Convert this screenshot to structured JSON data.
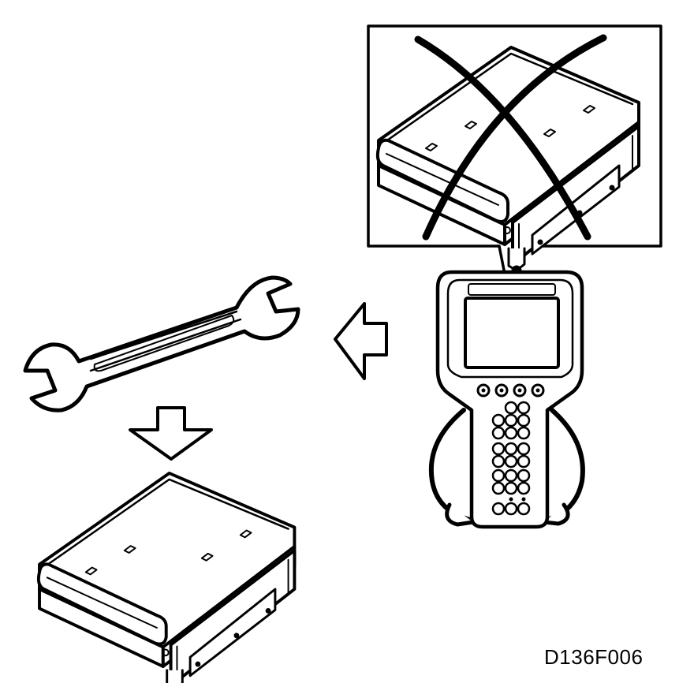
{
  "figure": {
    "code": "D136F006",
    "elements": [
      "crossed-out-module-callout",
      "scan-tool",
      "left-arrow",
      "wrench",
      "down-arrow",
      "module-replaced"
    ]
  }
}
